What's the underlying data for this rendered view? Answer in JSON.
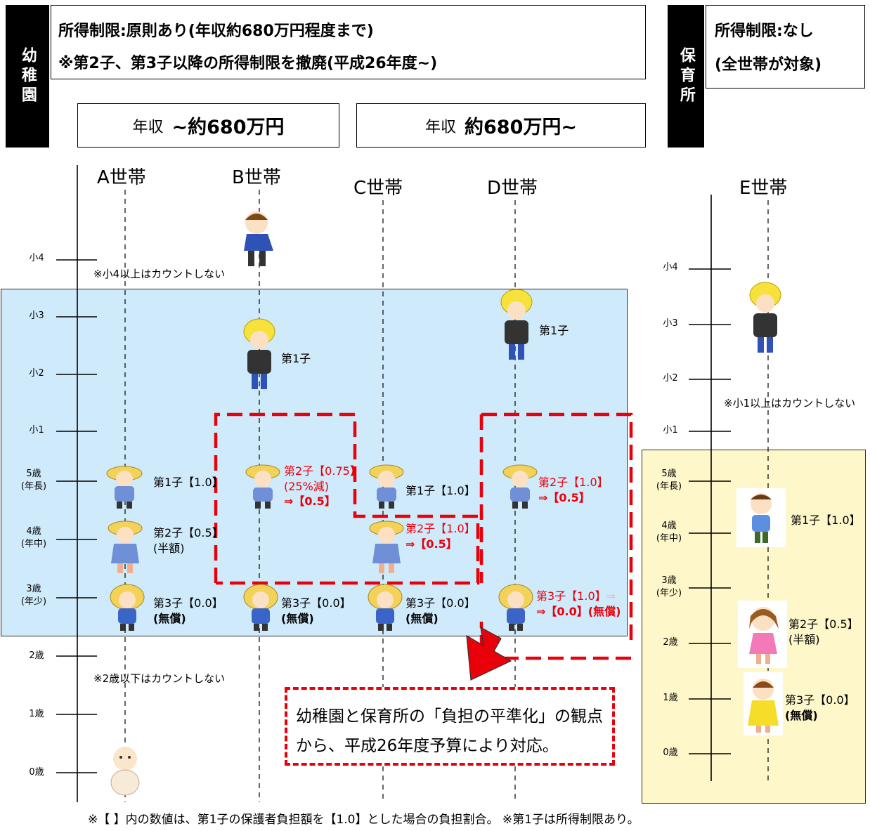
{
  "kindergarten": {
    "tab": "幼稚園",
    "header_line1": "所得制限:原則あり(年収約680万円程度まで)",
    "header_line2": "※第2子、第3子以降の所得制限を撤廃(平成26年度~)",
    "income_low_prefix": "年収",
    "income_low_value": "~約680万円",
    "income_high_prefix": "年収",
    "income_high_value": "約680万円~"
  },
  "nursery": {
    "tab": "保育所",
    "header_line1": "所得制限:なし",
    "header_line2": "(全世帯が対象)"
  },
  "households": [
    "A世帯",
    "B世帯",
    "C世帯",
    "D世帯",
    "E世帯"
  ],
  "ages_left": [
    {
      "label": "小4",
      "sub": ""
    },
    {
      "label": "小3",
      "sub": ""
    },
    {
      "label": "小2",
      "sub": ""
    },
    {
      "label": "小1",
      "sub": ""
    },
    {
      "label": "5歳",
      "sub": "(年長)"
    },
    {
      "label": "4歳",
      "sub": "(年中)"
    },
    {
      "label": "3歳",
      "sub": "(年少)"
    },
    {
      "label": "2歳",
      "sub": ""
    },
    {
      "label": "1歳",
      "sub": ""
    },
    {
      "label": "0歳",
      "sub": ""
    }
  ],
  "ages_right": [
    {
      "label": "小4",
      "sub": ""
    },
    {
      "label": "小3",
      "sub": ""
    },
    {
      "label": "小2",
      "sub": ""
    },
    {
      "label": "小1",
      "sub": ""
    },
    {
      "label": "5歳",
      "sub": "(年長)"
    },
    {
      "label": "4歳",
      "sub": "(年中)"
    },
    {
      "label": "3歳",
      "sub": "(年少)"
    },
    {
      "label": "2歳",
      "sub": ""
    },
    {
      "label": "1歳",
      "sub": ""
    },
    {
      "label": "0歳",
      "sub": ""
    }
  ],
  "notes": {
    "over_4": "※小4以上はカウントしない",
    "under_2": "※2歳以下はカウントしない",
    "over_1": "※小1以上はカウントしない",
    "policy_line1": "幼稚園と保育所の「負担の平準化」の観点",
    "policy_line2": "から、平成26年度予算により対応。",
    "footer": "※【 】内の数値は、第1子の保護者負担額を【1.0】とした場合の負担割合。 ※第1子は所得制限あり。"
  },
  "labels": {
    "a1": "第1子【1.0】",
    "a2_1": "第2子【0.5】",
    "a2_2": "(半額)",
    "a3_1": "第3子【0.0】",
    "a3_2": "(無償)",
    "b1": "第1子",
    "b2_1": "第2子【0.75】",
    "b2_2": "(25%減)",
    "b2_3": "⇒【0.5】",
    "b3_1": "第3子【0.0】",
    "b3_2": "(無償)",
    "c1": "第1子【1.0】",
    "c2_1": "第2子【1.0】",
    "c2_2": "⇒【0.5】",
    "c3_1": "第3子【0.0】",
    "c3_2": "(無償)",
    "d1": "第1子",
    "d2_1": "第2子【1.0】",
    "d2_2": "⇒【0.5】",
    "d3_1": "第3子【1.0】",
    "d3_arrow": "⇒",
    "d3_2": "⇒【0.0】(無償)",
    "e1": "第1子【1.0】",
    "e2_1": "第2子【0.5】",
    "e2_2": "(半額)",
    "e3_1": "第3子【0.0】",
    "e3_2": "(無償)"
  },
  "colors": {
    "kindergarten_band": "#cfeafb",
    "nursery_band": "#fdf7c9",
    "highlight_red": "#e8000b"
  }
}
